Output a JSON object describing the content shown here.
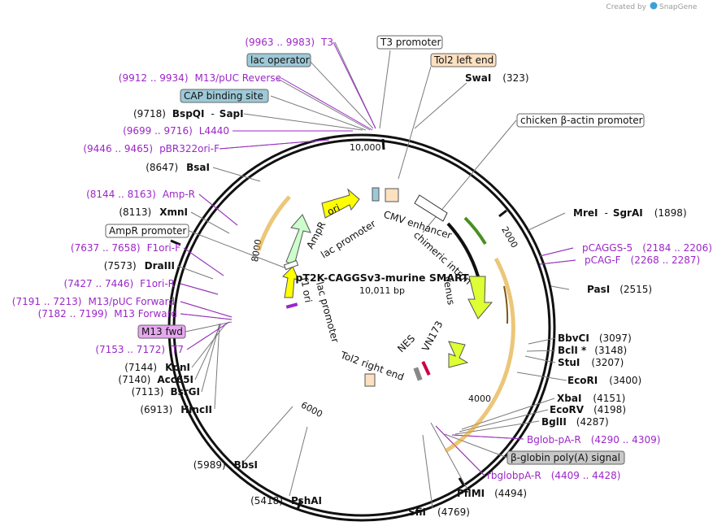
{
  "plasmid": {
    "name": "pT2K-CAGGSv3-murine SMART",
    "length": "10,011 bp"
  },
  "credit": {
    "text": "Created by",
    "brand": "SnapGene"
  },
  "ticks": [
    "10,000",
    "2000",
    "4000",
    "6000",
    "8000"
  ],
  "enzymes": {
    "swai": {
      "name": "SwaI",
      "pos": "(323)"
    },
    "bspqi": {
      "pos": "(9718)",
      "name": "BspQI",
      "sep": "-",
      "name2": "SapI"
    },
    "bsai": {
      "pos": "(8647)",
      "name": "BsaI"
    },
    "xmni": {
      "pos": "(8113)",
      "name": "XmnI"
    },
    "draiii": {
      "pos": "(7573)",
      "name": "DraIII"
    },
    "kpni": {
      "pos": "(7144)",
      "name": "KpnI"
    },
    "acc65i": {
      "pos": "(7140)",
      "name": "Acc65I"
    },
    "bsrgi": {
      "pos": "(7113)",
      "name": "BsrGI"
    },
    "hincii": {
      "pos": "(6913)",
      "name": "HincII"
    },
    "bbsi": {
      "pos": "(5989)",
      "name": "BbsI"
    },
    "pshai": {
      "pos": "(5418)",
      "name": "PshAI"
    },
    "sfii": {
      "name": "SfiI",
      "pos": "(4769)"
    },
    "pflmi": {
      "name": "PflMI",
      "pos": "(4494)"
    },
    "bglii": {
      "name": "BglII",
      "pos": "(4287)"
    },
    "ecorv": {
      "name": "EcoRV",
      "pos": "(4198)"
    },
    "xbai": {
      "name": "XbaI",
      "pos": "(4151)"
    },
    "ecori": {
      "name": "EcoRI",
      "pos": "(3400)"
    },
    "stui": {
      "name": "StuI",
      "pos": "(3207)"
    },
    "bcli": {
      "name": "BclI *",
      "pos": "(3148)"
    },
    "bbvci": {
      "name": "BbvCI",
      "pos": "(3097)"
    },
    "pasi": {
      "name": "PasI",
      "pos": "(2515)"
    },
    "mrei": {
      "name": "MreI",
      "sep": "-",
      "name2": "SgrAI",
      "pos": "(1898)"
    }
  },
  "primers": {
    "t3": {
      "pos": "(9963 .. 9983)",
      "name": "T3"
    },
    "m13rev": {
      "pos": "(9912 .. 9934)",
      "name": "M13/pUC Reverse"
    },
    "l4440": {
      "pos": "(9699 .. 9716)",
      "name": "L4440"
    },
    "pbr322": {
      "pos": "(9446 .. 9465)",
      "name": "pBR322ori-F"
    },
    "ampr": {
      "pos": "(8144 .. 8163)",
      "name": "Amp-R"
    },
    "f1orif": {
      "pos": "(7637 .. 7658)",
      "name": "F1ori-F"
    },
    "f1orir": {
      "pos": "(7427 .. 7446)",
      "name": "F1ori-R"
    },
    "m13pucfwd": {
      "pos": "(7191 .. 7213)",
      "name": "M13/pUC Forward"
    },
    "m13forward": {
      "pos": "(7182 .. 7199)",
      "name": "M13 Forward"
    },
    "t7": {
      "pos": "(7153 .. 7172)",
      "name": "T7"
    },
    "pcaggs5": {
      "name": "pCAGGS-5",
      "pos": "(2184 .. 2206)"
    },
    "pcagf": {
      "name": "pCAG-F",
      "pos": "(2268 .. 2287)"
    },
    "bglobpar": {
      "name": "Bglob-pA-R",
      "pos": "(4290 .. 4309)"
    },
    "rbglobpar": {
      "name": "rbglobpA-R",
      "pos": "(4409 .. 4428)"
    }
  },
  "boxed": {
    "t3promoter": "T3 promoter",
    "tol2left": "Tol2 left end",
    "lacop": "lac operator",
    "cap": "CAP binding site",
    "chicken": "chicken β-actin promoter",
    "amprprom": "AmpR promoter",
    "m13fwd": "M13 fwd",
    "bglobin": "β-globin poly(A) signal"
  },
  "features": {
    "cmv": "CMV enhancer",
    "chimeric": "chimeric intron",
    "venus": "Venus",
    "vn173": "VN173",
    "nes": "NES",
    "tol2right": "Tol2 right end",
    "f1ori": "f1 ori",
    "ampr": "AmpR",
    "ori": "ori",
    "lacprom": "lac promoter",
    "ampprom": "AmpR promoter"
  },
  "colors": {
    "primer": "#9b27c7",
    "ori_fill": "#ffff00",
    "ampr_fill": "#ccffcc",
    "venus_fill": "#ddff33",
    "orf_arc": "#e0a020",
    "lac_op_box": "#9dc9d8",
    "tol2_box": "#fde0c0",
    "m13_box": "#e6a8f0",
    "bglobin_box": "#c8c8c8"
  }
}
